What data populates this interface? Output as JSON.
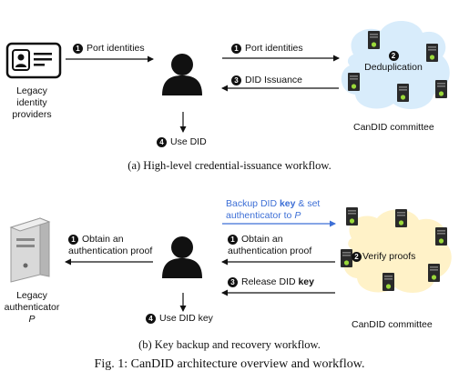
{
  "panel_a": {
    "legacy_providers": "Legacy identity providers",
    "legacy_providers_lines": [
      "Legacy",
      "identity",
      "providers"
    ],
    "step1_left": "Port identities",
    "step1_right": "Port identities",
    "step3": "DID Issuance",
    "step4": "Use DID",
    "cloud_step": "Deduplication",
    "committee": "CanDID committee",
    "caption": "(a) High-level credential-issuance workflow.",
    "numbers": {
      "one": "1",
      "two": "2",
      "three": "3",
      "four": "4"
    }
  },
  "panel_b": {
    "backup_line1_prefix": "Backup DID ",
    "backup_key": "key",
    "backup_line1_suffix": " & set",
    "backup_line2": "authenticator to ",
    "backup_P": "P",
    "left_step1_line1": "Obtain an",
    "left_step1_line2": "authentication proof",
    "right_step1_line1": "Obtain an",
    "right_step1_line2": "authentication proof",
    "release_prefix": "Release DID ",
    "release_key": "key",
    "use_key": "Use DID key",
    "cloud_step": "Verify proofs",
    "legacy_auth_line1": "Legacy",
    "legacy_auth_line2": "authenticator",
    "legacy_auth_P": "P",
    "committee": "CanDID committee",
    "caption": "(b) Key backup and recovery workflow.",
    "numbers": {
      "one": "1",
      "two": "2",
      "three": "3",
      "four": "4"
    }
  },
  "figure_caption": "Fig. 1: CanDID architecture overview and workflow.",
  "colors": {
    "cloud": "#fff2c8",
    "cloud_a": "#d8ecfb",
    "accent_blue": "#3d6fd6",
    "server_green": "#9bd93a",
    "ink": "#111111"
  },
  "icons": [
    "id-card-icon",
    "user-icon",
    "server-icon",
    "cloud-icon",
    "arrow-icon"
  ]
}
